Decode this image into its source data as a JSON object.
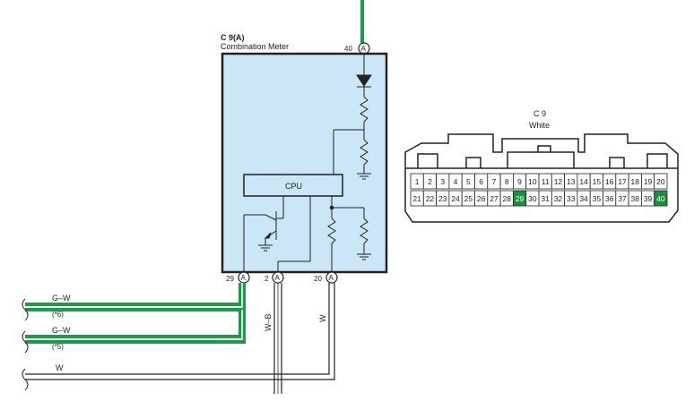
{
  "meter": {
    "code": "C 9(A)",
    "name": "Combination Meter",
    "cpu_label": "CPU",
    "top_pin": "40",
    "top_pin_letter": "A",
    "top_wire": "G",
    "bottom_pins": [
      {
        "num": "29",
        "letter": "A"
      },
      {
        "num": "2",
        "letter": "A"
      },
      {
        "num": "20",
        "letter": "A"
      }
    ]
  },
  "wires": {
    "gw1": {
      "color": "G–W",
      "ref": "(*6)"
    },
    "gw2": {
      "color": "G–W",
      "ref": "(*5)"
    },
    "w_bottom": {
      "color": "W"
    },
    "wb_vertical": "W–B",
    "w_vertical": "W"
  },
  "connector": {
    "code": "C 9",
    "color": "White",
    "row1": [
      "1",
      "2",
      "3",
      "4",
      "5",
      "6",
      "7",
      "8",
      "9",
      "10",
      "11",
      "12",
      "13",
      "14",
      "15",
      "16",
      "17",
      "18",
      "19",
      "20"
    ],
    "row2": [
      "21",
      "22",
      "23",
      "24",
      "25",
      "26",
      "27",
      "28",
      "29",
      "30",
      "31",
      "32",
      "33",
      "34",
      "35",
      "36",
      "37",
      "38",
      "39",
      "40"
    ],
    "highlighted": [
      "29",
      "40"
    ],
    "highlight_color": "#1a8f3c"
  },
  "colors": {
    "green_wire": "#1f9a48",
    "meter_fill": "#cbe6f6"
  }
}
